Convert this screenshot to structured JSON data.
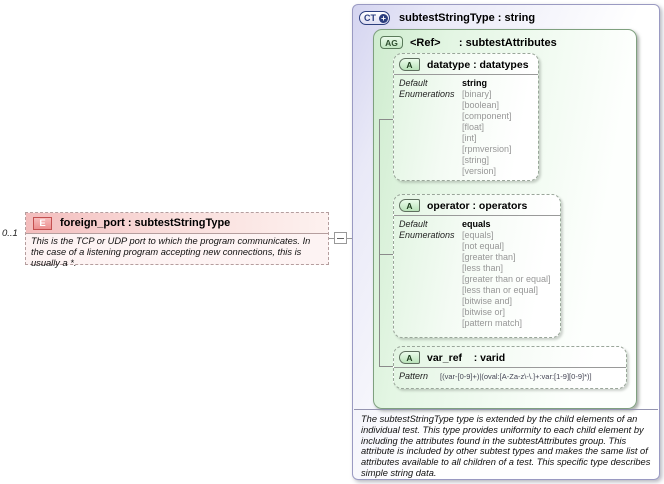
{
  "element": {
    "cardinality": "0..1",
    "badge": "E",
    "title": "foreign_port : subtestStringType",
    "annotation": "This is the TCP or UDP port to which the program communicates.  In the case of a listening program accepting new connections, this is usually a *."
  },
  "complex_type": {
    "badge": "CT",
    "badge_plus": "+",
    "title": "subtestStringType : string",
    "annotation": "The subtestStringType type is extended by the child elements of an individual test.  This type provides uniformity to each child element by including the attributes found in the subtestAttributes group.  This attribute is included by other subtest types and makes the same list of attributes available to all children of a test.  This specific type describes simple string data.",
    "attribute_group": {
      "badge": "AG",
      "title": "<Ref>      : subtestAttributes",
      "attributes": [
        {
          "badge": "A",
          "title": "datatype : datatypes",
          "labels": [
            "Default",
            "Enumerations"
          ],
          "default": "string",
          "enums": [
            "[binary]",
            "[boolean]",
            "[component]",
            "[float]",
            "[int]",
            "[rpmversion]",
            "[string]",
            "[version]"
          ]
        },
        {
          "badge": "A",
          "title": "operator : operators",
          "labels": [
            "Default",
            "Enumerations"
          ],
          "default": "equals",
          "enums": [
            "[equals]",
            "[not equal]",
            "[greater than]",
            "[less than]",
            "[greater than or equal]",
            "[less than or equal]",
            "[bitwise and]",
            "[bitwise or]",
            "[pattern match]"
          ]
        },
        {
          "badge": "A",
          "title": "var_ref    : varid",
          "labels": [
            "Pattern"
          ],
          "pattern": "[(var-[0-9]+)|(oval:[A-Za-z\\-\\.]+:var:[1-9][0-9]*)]"
        }
      ]
    }
  },
  "colors": {
    "element_header_pink": "#f3bcbc",
    "element_badge_border": "#c34f4f",
    "complex_type_lavender": "#d4d4f0",
    "complex_type_border": "#9a9ac2",
    "group_green": "#cfeccf",
    "group_border": "#7fa07f",
    "badge_navy": "#2c3e7e",
    "enum_gray": "#979797"
  }
}
